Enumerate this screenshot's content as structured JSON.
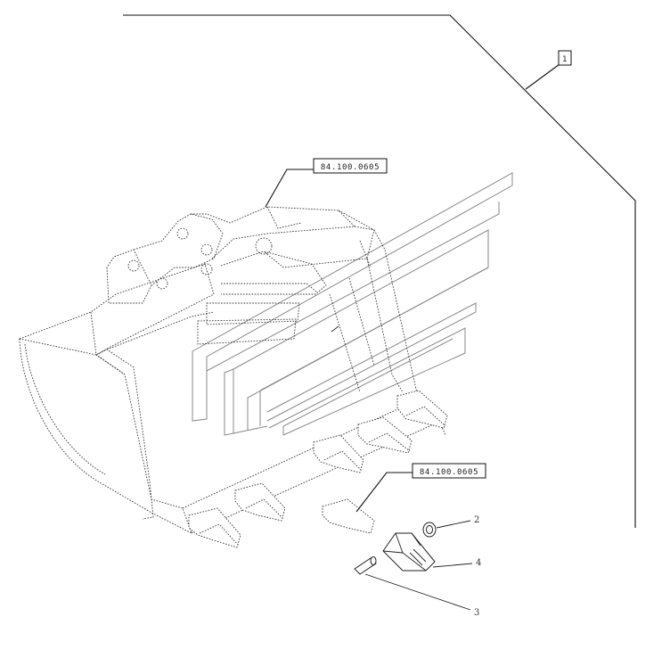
{
  "diagram": {
    "kit_reference": "1",
    "references": [
      {
        "id": "ref-upper",
        "label": "84.100.0605"
      },
      {
        "id": "ref-lower",
        "label": "84.100.0605"
      }
    ],
    "callouts": [
      {
        "id": "callout-2",
        "label": "2"
      },
      {
        "id": "callout-4",
        "label": "4"
      },
      {
        "id": "callout-3",
        "label": "3"
      }
    ]
  }
}
